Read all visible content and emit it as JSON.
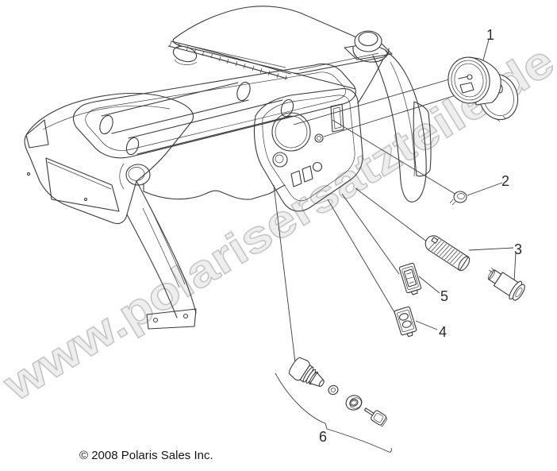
{
  "diagram": {
    "type": "exploded-parts-diagram",
    "line_color": "#3a3a3a",
    "background_color": "#ffffff",
    "watermark_stroke_color": "#c6c6c6",
    "watermark_fill_color": "#eeeeee"
  },
  "watermark": {
    "text": "www.polarisersatzteile.de",
    "fill_color": "#eeeeee"
  },
  "callouts": [
    {
      "number": "1"
    },
    {
      "number": "2"
    },
    {
      "number": "3"
    },
    {
      "number": "4"
    },
    {
      "number": "5"
    },
    {
      "number": "6"
    }
  ],
  "footer": {
    "copyright": "© 2008 Polaris Sales Inc."
  }
}
